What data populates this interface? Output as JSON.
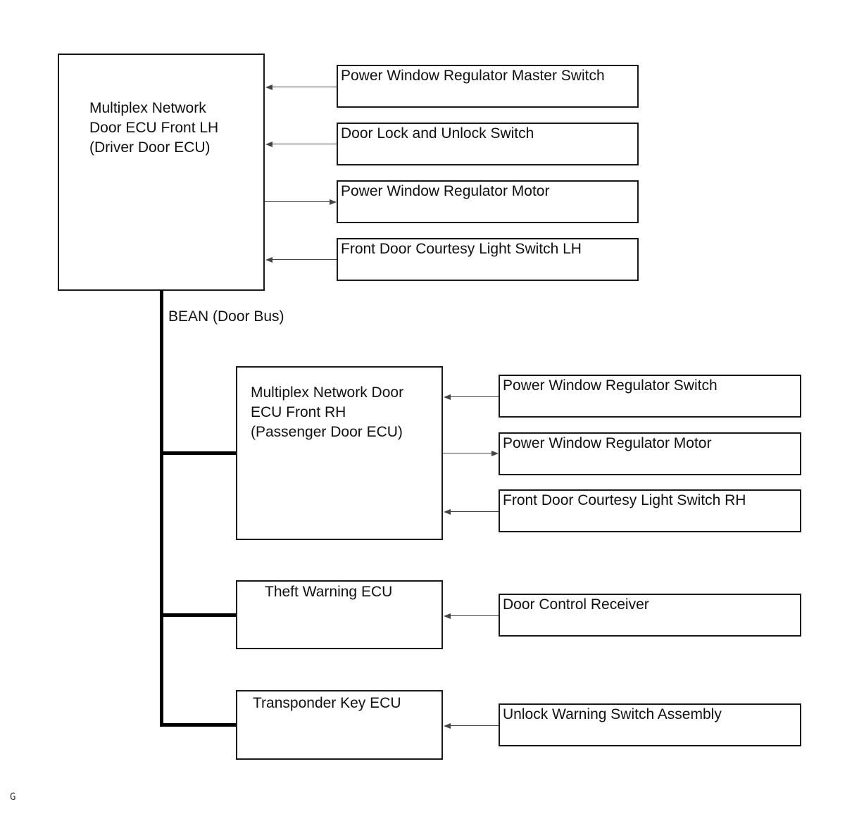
{
  "ecus": {
    "driver": {
      "label": "Multiplex Network\nDoor ECU Front LH\n(Driver Door ECU)"
    },
    "passenger": {
      "label": "Multiplex Network Door\nECU Front RH\n(Passenger Door ECU)"
    },
    "theft": {
      "label": "Theft Warning ECU"
    },
    "transponder": {
      "label": "Transponder Key ECU"
    }
  },
  "components": {
    "master_switch": "Power Window Regulator Master Switch",
    "door_lock_switch": "Door Lock and Unlock Switch",
    "motor_lh": "Power Window Regulator Motor",
    "courtesy_lh": "Front Door Courtesy Light Switch LH",
    "window_switch_rh": "Power Window Regulator Switch",
    "motor_rh": "Power Window Regulator Motor",
    "courtesy_rh": "Front Door Courtesy Light Switch RH",
    "door_control_receiver": "Door Control Receiver",
    "unlock_warning_switch": "Unlock Warning Switch Assembly"
  },
  "bus": {
    "label": "BEAN (Door Bus)"
  },
  "footer": {
    "mark": "G"
  }
}
